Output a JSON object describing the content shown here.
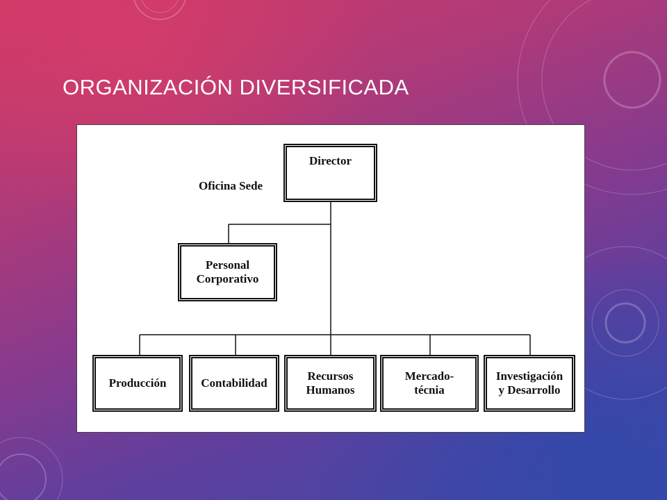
{
  "slide": {
    "title": "ORGANIZACIÓN DIVERSIFICADA"
  },
  "org_chart": {
    "head_office_label": "Oficina Sede",
    "director": "Director",
    "staff": [
      "Personal",
      "Corporativo"
    ],
    "departments": [
      {
        "line1": "Producción",
        "line2": ""
      },
      {
        "line1": "Contabilidad",
        "line2": ""
      },
      {
        "line1": "Recursos",
        "line2": "Humanos"
      },
      {
        "line1": "Mercado-",
        "line2": "técnia"
      },
      {
        "line1": "Investigación",
        "line2": "y Desarrollo"
      }
    ]
  },
  "colors": {
    "background_top": "#cf3a68",
    "background_bottom": "#3a4aa8",
    "title_text": "#ffffff",
    "chart_line": "#111111",
    "panel_bg": "#ffffff"
  }
}
